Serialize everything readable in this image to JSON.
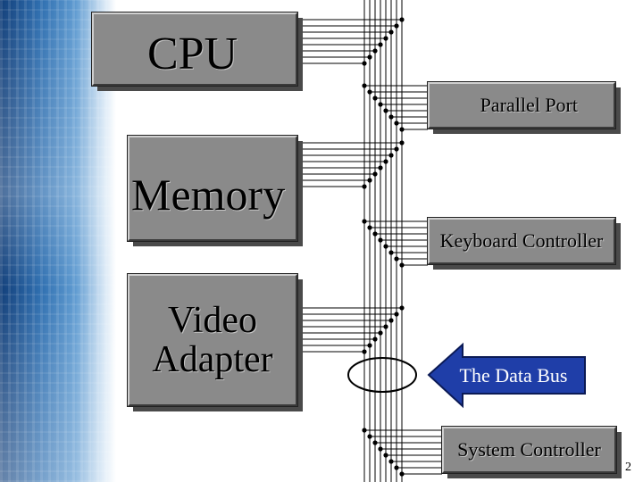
{
  "components": {
    "cpu": "CPU",
    "memory": "Memory",
    "video_line1": "Video",
    "video_line2": "Adapter",
    "parallel_port": "Parallel Port",
    "keyboard_controller": "Keyboard Controller",
    "system_controller": "System Controller"
  },
  "callout": {
    "label": "The Data Bus"
  },
  "page_number": "2",
  "colors": {
    "box_fill": "#8a8a8a",
    "callout_fill": "#1f3ea8",
    "bus_line": "#000000"
  }
}
